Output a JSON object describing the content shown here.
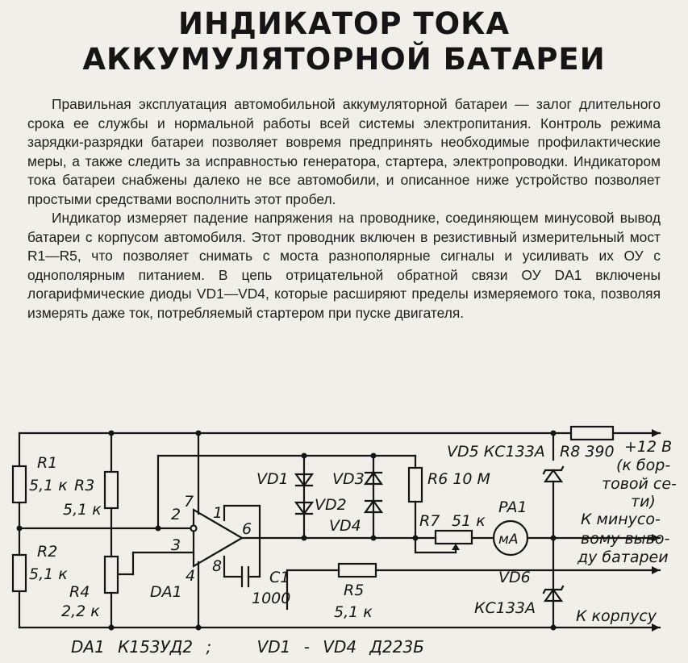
{
  "title": {
    "line1": "ИНДИКАТОР ТОКА",
    "line2": "АККУМУЛЯТОРНОЙ БАТАРЕИ"
  },
  "article": {
    "paragraphs": [
      "Правильная эксплуатация автомобильной аккумуляторной батареи — залог длительного срока ее службы и нормальной работы всей системы электропитания. Контроль режима зарядки-разрядки батареи позволяет вовремя предпринять необходимые профилактические меры, а также следить за исправностью генератора, стартера, электропроводки. Индикатором тока батареи снабжены далеко не все автомобили, и описанное ниже устройство позволяет простыми средствами восполнить этот пробел.",
      "Индикатор измеряет падение напряжения на проводнике, соединяющем минусовой вывод батареи с корпусом автомобиля. Этот проводник включен в резистивный измерительный мост R1—R5, что позволяет снимать с моста разнополярные сигналы и усиливать их ОУ с однополярным питанием. В цепь отрицательной обратной связи ОУ DA1 включены логарифмические диоды VD1—VD4, которые расширяют пределы измеряемого тока, позволяя измерять даже ток, потребляемый стартером при пуске двигателя."
    ]
  },
  "schematic": {
    "r1": "R1",
    "r1_val": "5,1 к",
    "r3": "R3",
    "r3_val": "5,1 к",
    "r2": "R2",
    "r2_val": "5,1 к",
    "r4": "R4",
    "r4_val": "2,2 к",
    "pin7": "7",
    "pin1": "1",
    "pin2": "2",
    "pin3": "3",
    "pin4": "4",
    "pin6": "6",
    "pin8": "8",
    "da1": "DA1",
    "vd1": "VD1",
    "vd2": "VD2",
    "vd3": "VD3",
    "vd4": "VD4",
    "r6": "R6 10 М",
    "r7": "R7",
    "r7_val": "51 к",
    "pa1": "PA1",
    "meter": "мА",
    "c1": "C1",
    "c1_val": "1000",
    "r5": "R5",
    "r5_val": "5,1 к",
    "vd5": "VD5 КС133А",
    "r8": "R8 390",
    "vd6": "VD6",
    "vd6_type": "КС133А",
    "plus12": "+12 В",
    "net1": "(к бор-",
    "net2": "товой се-",
    "net3": "ти)",
    "minus1": "К минусо-",
    "minus2": "вому выво-",
    "minus3": "ду батареи",
    "ground": "К корпусу"
  },
  "footer": {
    "da1_part": "DA1  К153УД2 ;",
    "vd_part": "VD1 - VD4  Д223Б"
  }
}
